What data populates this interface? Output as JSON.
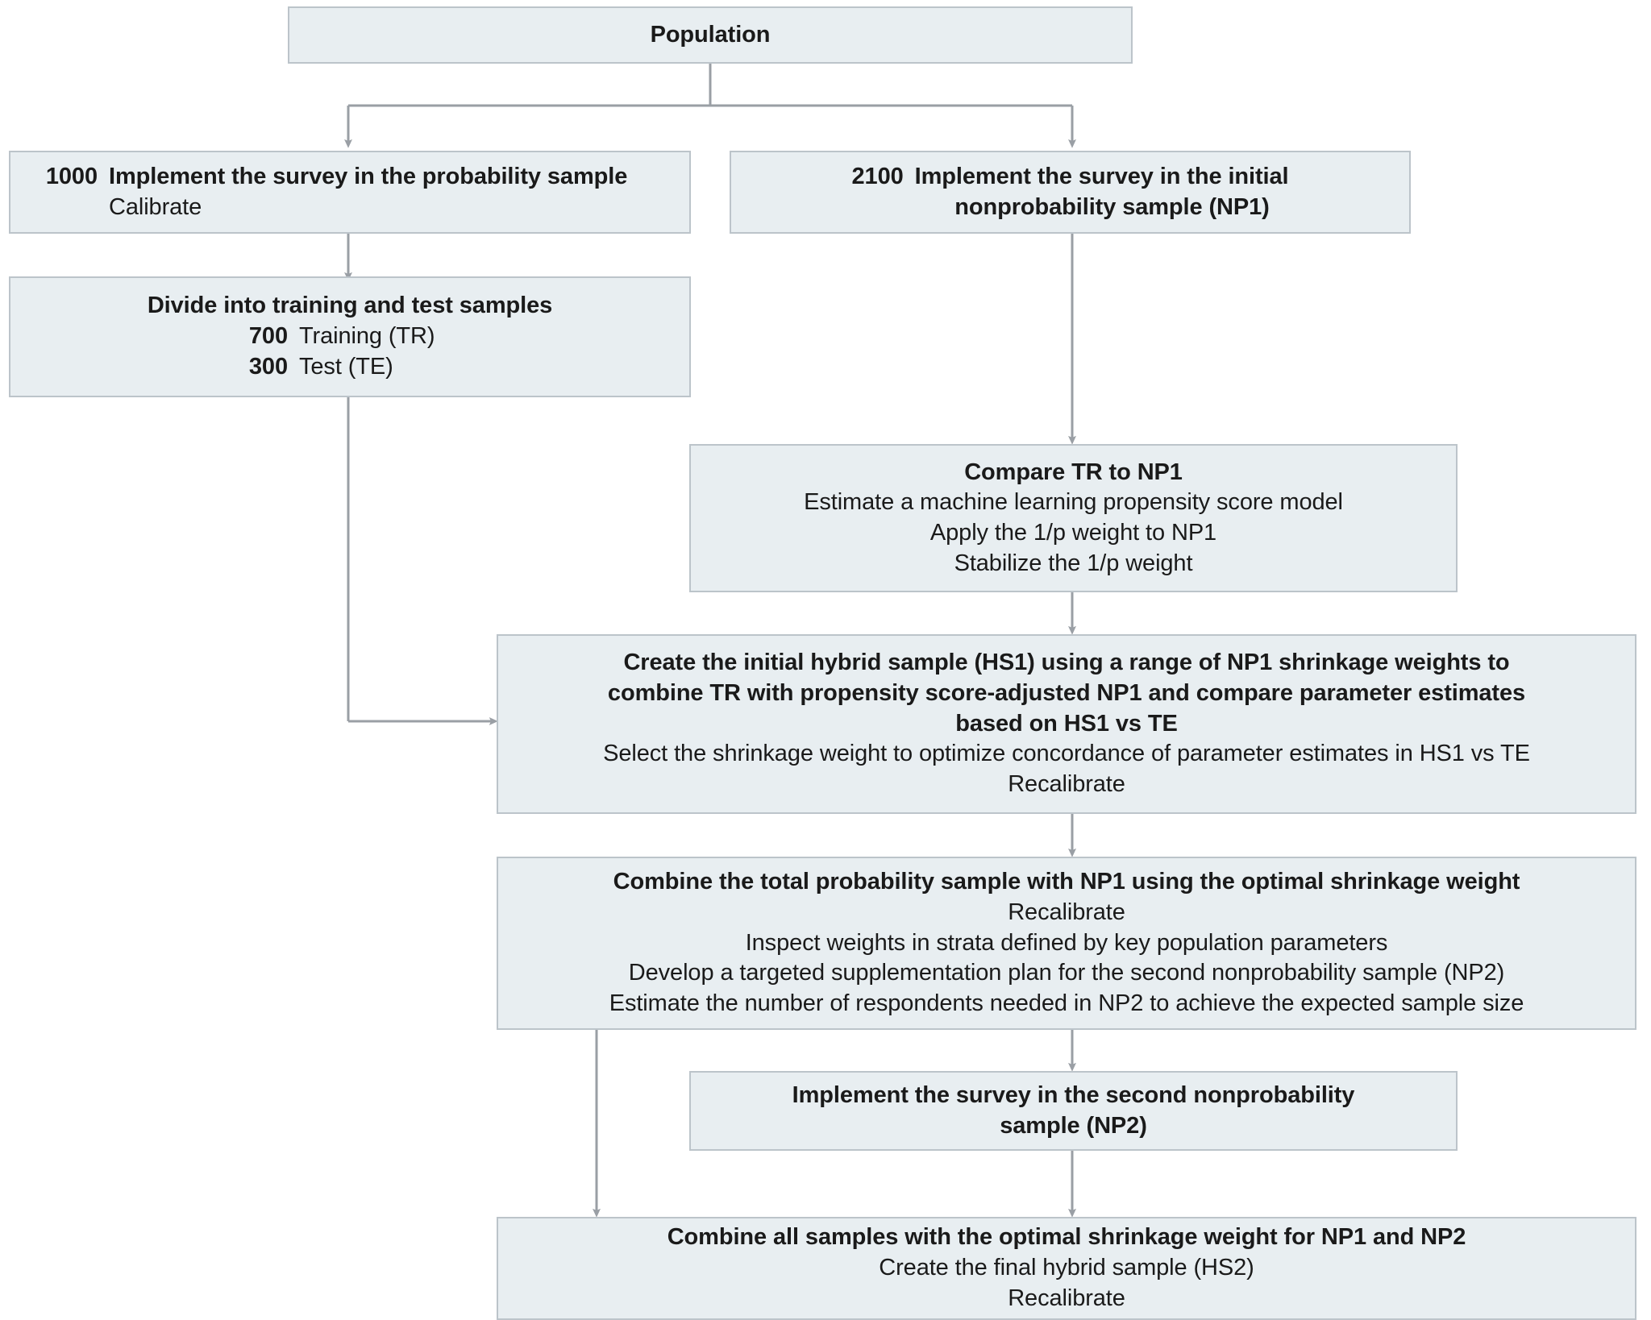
{
  "diagram": {
    "title": "Hybrid probability / nonprobability sample design flowchart",
    "colors": {
      "node_fill": "#e8eef1",
      "node_border": "#bcc4ca",
      "connector": "#9a9fa5",
      "text": "#1a1a1a"
    },
    "nodes": {
      "population": {
        "heading": "Population"
      },
      "probability_sample": {
        "count": "1000",
        "heading": "Implement the survey in the probability sample",
        "sub_1": "Calibrate"
      },
      "np1_sample": {
        "count": "2100",
        "heading_line_1": "Implement the survey in the initial",
        "heading_line_2": "nonprobability sample (NP1)"
      },
      "divide": {
        "heading": "Divide into training and test samples",
        "rows": [
          {
            "count": "700",
            "label": "Training (TR)"
          },
          {
            "count": "300",
            "label": "Test (TE)"
          }
        ]
      },
      "compare": {
        "heading": "Compare TR to NP1",
        "sub_1": "Estimate a machine learning propensity score model",
        "sub_2": "Apply the 1/p weight to NP1",
        "sub_3": "Stabilize the 1/p weight"
      },
      "hybrid_hs1": {
        "heading_line_1": "Create the initial hybrid sample (HS1) using a range of NP1 shrinkage weights to",
        "heading_line_2": "combine TR with propensity score-adjusted NP1 and compare parameter estimates",
        "heading_line_3": "based on HS1 vs TE",
        "sub_1": "Select the shrinkage weight to optimize concordance of parameter estimates in HS1 vs TE",
        "sub_2": "Recalibrate"
      },
      "combine_total": {
        "heading": "Combine the total probability sample with NP1 using the optimal shrinkage weight",
        "sub_1": "Recalibrate",
        "sub_2": "Inspect weights in strata defined by key population parameters",
        "sub_3": "Develop a targeted supplementation plan for the second nonprobability sample (NP2)",
        "sub_4": "Estimate the number of respondents needed in NP2 to achieve the expected sample size"
      },
      "np2_sample": {
        "heading_line_1": "Implement the survey in the second nonprobability",
        "heading_line_2": "sample (NP2)"
      },
      "final_hs2": {
        "heading": "Combine all samples with the optimal shrinkage weight for NP1 and NP2",
        "sub_1": "Create the final hybrid sample (HS2)",
        "sub_2": "Recalibrate"
      }
    }
  }
}
